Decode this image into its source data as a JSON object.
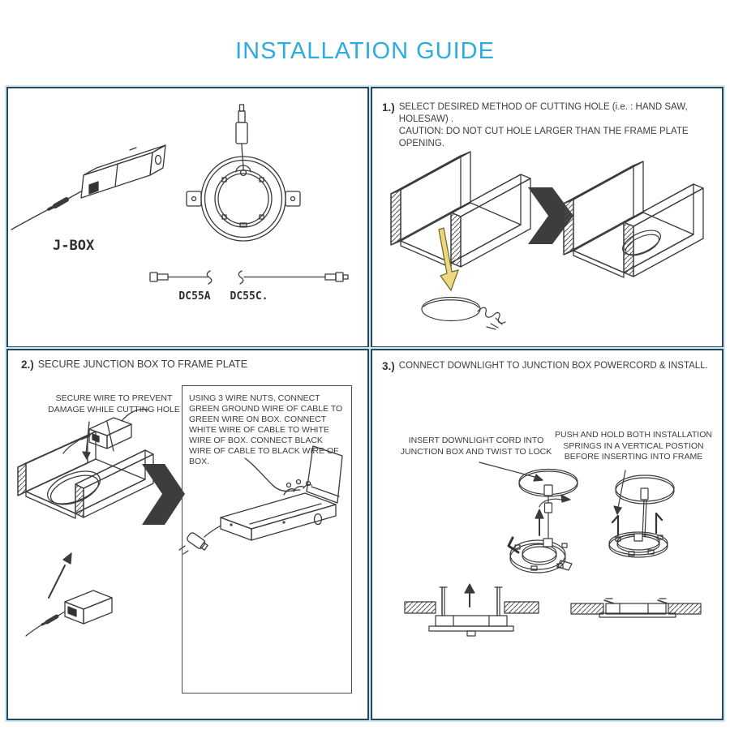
{
  "title": "INSTALLATION GUIDE",
  "colors": {
    "title_accent": "#2cacdf",
    "panel_border": "#27485c",
    "panel_border_glow": "#cde7f3",
    "line_art": "#3b3b3b",
    "chevron": "#3d3d3d",
    "arrow_fill": "#ecd87f",
    "arrow_outline": "#6f6524"
  },
  "panel1": {
    "jbox_label": "J-BOX",
    "cable_left_label": "DC55A",
    "cable_right_label": "DC55C."
  },
  "panel2": {
    "step_no": "1.)",
    "line1": "SELECT DESIRED METHOD OF CUTTING HOLE  (i.e. : HAND SAW, HOLESAW) .",
    "line2": "CAUTION: DO NOT CUT HOLE LARGER THAN THE FRAME PLATE OPENING."
  },
  "panel3": {
    "step_no": "2.)",
    "title": "SECURE JUNCTION BOX TO FRAME PLATE",
    "secure_note": "SECURE WIRE TO PREVENT DAMAGE WHILE CUTTING HOLE",
    "wiring_note": "USING 3 WIRE NUTS, CONNECT GREEN GROUND WIRE OF CABLE TO GREEN WIRE ON BOX. CONNECT WHITE WIRE OF CABLE TO WHITE WIRE OF BOX. CONNECT BLACK WIRE OF CABLE TO BLACK WIRE OF BOX."
  },
  "panel4": {
    "step_no": "3.)",
    "title": "CONNECT DOWNLIGHT TO JUNCTION BOX POWERCORD  & INSTALL.",
    "insert_note": "INSERT DOWNLIGHT CORD INTO JUNCTION BOX AND TWIST TO LOCK",
    "springs_note": "PUSH AND HOLD BOTH INSTALLATION SPRINGS IN A VERTICAL POSTION BEFORE INSERTING INTO FRAME"
  }
}
